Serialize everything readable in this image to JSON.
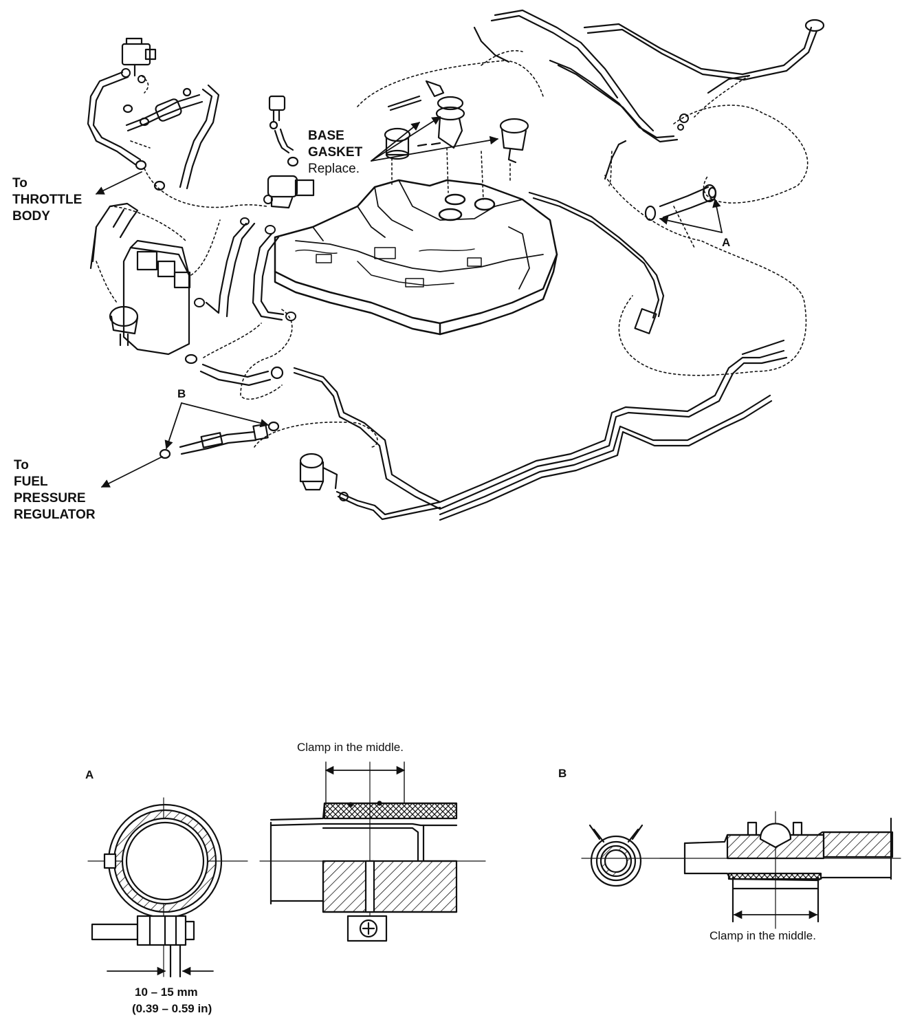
{
  "labels": {
    "to_throttle": [
      "To",
      "THROTTLE",
      "BODY"
    ],
    "to_fuel": [
      "To",
      "FUEL",
      "PRESSURE",
      "REGULATOR"
    ],
    "base_gasket": [
      "BASE",
      "GASKET"
    ],
    "replace": "Replace.",
    "callout_a": "A",
    "callout_b": "B"
  },
  "detail_a": {
    "letter": "A",
    "clamp_note": "Clamp in the middle.",
    "dimension_mm": "10 – 15 mm",
    "dimension_in": "(0.39 – 0.59 in)"
  },
  "detail_b": {
    "letter": "B",
    "clamp_note": "Clamp in the middle."
  }
}
